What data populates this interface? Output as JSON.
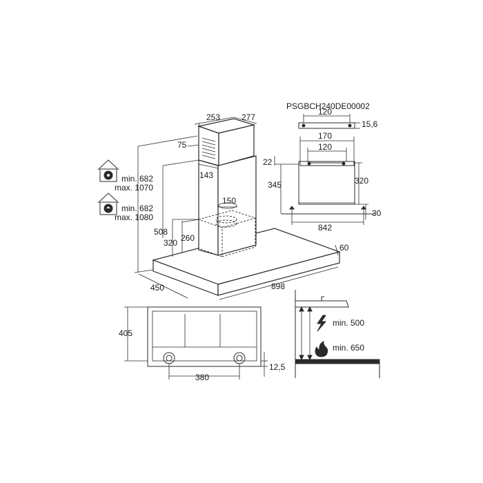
{
  "model_code": "PSGBCH240DE00002",
  "dimensions": {
    "chimney_depth": "253",
    "chimney_width": "277",
    "outlet_offset": "75",
    "outlet_side": "143",
    "duct_diameter": "150",
    "recirc_min_label": "min. 682",
    "recirc_max_label": "max. 1070",
    "extract_min_label": "min. 682",
    "extract_max_label": "max. 1080",
    "chimney_lower_height": "508",
    "lower_height_a": "320",
    "lower_height_b": "260",
    "hood_depth": "450",
    "hood_width": "898",
    "hood_edge_height": "60",
    "bracket_spacing": "120",
    "bracket_offset": "15,6",
    "inner_width": "170",
    "inner_spacing": "120",
    "bracket_gap": "22",
    "mount_height": "345",
    "bracket_height": "320",
    "bottom_offset": "30",
    "fixing_width": "842",
    "front_depth": "405",
    "knob_spacing": "380",
    "front_edge": "12,5",
    "min_electric": "min. 500",
    "min_gas": "min. 650"
  },
  "icons": {
    "recirculation": "house-fan-recirculation-icon",
    "extraction": "house-fan-extraction-icon",
    "electric": "lightning-bolt-icon",
    "gas": "gas-flame-icon"
  }
}
